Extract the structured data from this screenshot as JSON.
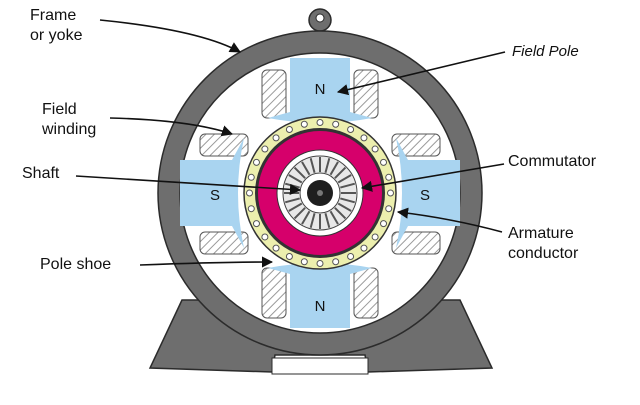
{
  "labels": {
    "frame": [
      "Frame",
      "or yoke"
    ],
    "field_winding": [
      "Field",
      "winding"
    ],
    "shaft": "Shaft",
    "pole_shoe": "Pole shoe",
    "field_pole": "Field Pole",
    "commutator": "Commutator",
    "armature_conductor": [
      "Armature",
      "conductor"
    ]
  },
  "pole_letters": {
    "top": "N",
    "bottom": "N",
    "left": "S",
    "right": "S"
  },
  "colors": {
    "frame": "#6e6e6e",
    "frame_outline": "#2b2b2b",
    "pole": "#a9d4f0",
    "winding_hatch": "#9a9a9a",
    "armature_ring": "#d6006b",
    "conductor_ring": "#ecefae",
    "commutator_bg": "#e8e8e8",
    "shaft": "#1e1e1e",
    "leader": "#111111"
  }
}
